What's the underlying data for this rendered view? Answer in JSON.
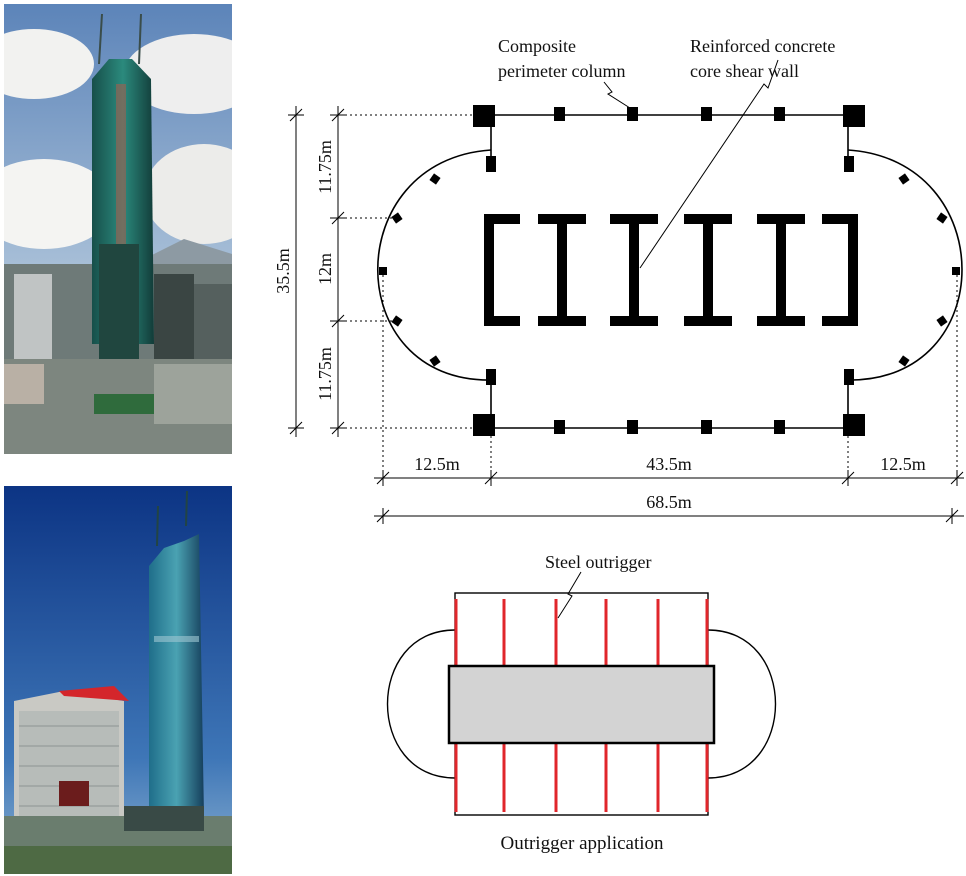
{
  "labels": {
    "composite_column_line1": "Composite",
    "composite_column_line2": "perimeter column",
    "core_wall_line1": "Reinforced concrete",
    "core_wall_line2": "core shear wall",
    "steel_outrigger": "Steel outrigger",
    "outrigger_application": "Outrigger application"
  },
  "dimensions": {
    "total_depth": "35.5m",
    "depth_top": "11.75m",
    "depth_middle": "12m",
    "depth_bottom": "11.75m",
    "width_left": "12.5m",
    "width_middle": "43.5m",
    "width_right": "12.5m",
    "total_width": "68.5m"
  },
  "colors": {
    "outrigger": "#e0262b",
    "core_fill": "#d3d3d3",
    "sky_top": "#5f84b8",
    "sky_bottom": "#0d3a86",
    "tower_glass": "#1f6f66"
  }
}
